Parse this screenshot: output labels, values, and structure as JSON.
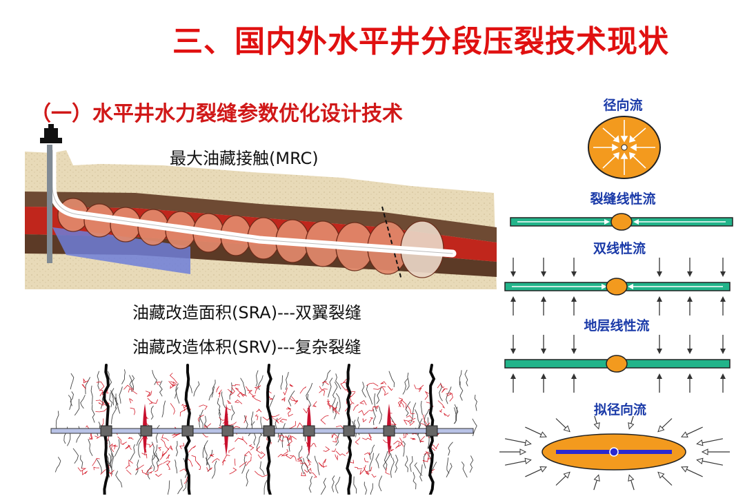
{
  "title": "三、国内外水平井分段压裂技术现状",
  "section_title": "（一）水平井水力裂缝参数优化设计技术",
  "labels": {
    "mrc": "最大油藏接触(MRC)",
    "sra": "油藏改造面积(SRA)---双翼裂缝",
    "srv": "油藏改造体积(SRV)---复杂裂缝"
  },
  "flow_types": [
    {
      "label": "径向流"
    },
    {
      "label": "裂缝线性流"
    },
    {
      "label": "双线性流"
    },
    {
      "label": "地层线性流"
    },
    {
      "label": "拟径向流"
    }
  ],
  "colors": {
    "title": "#e01010",
    "flow_label": "#1a3aa8",
    "fracture_orange": "#f39a1e",
    "fracture_green": "#22b48a",
    "wellbore_blue": "#2a2ad0",
    "reservoir_red": "#c0261c",
    "sandstone": "#e6d7b4"
  }
}
